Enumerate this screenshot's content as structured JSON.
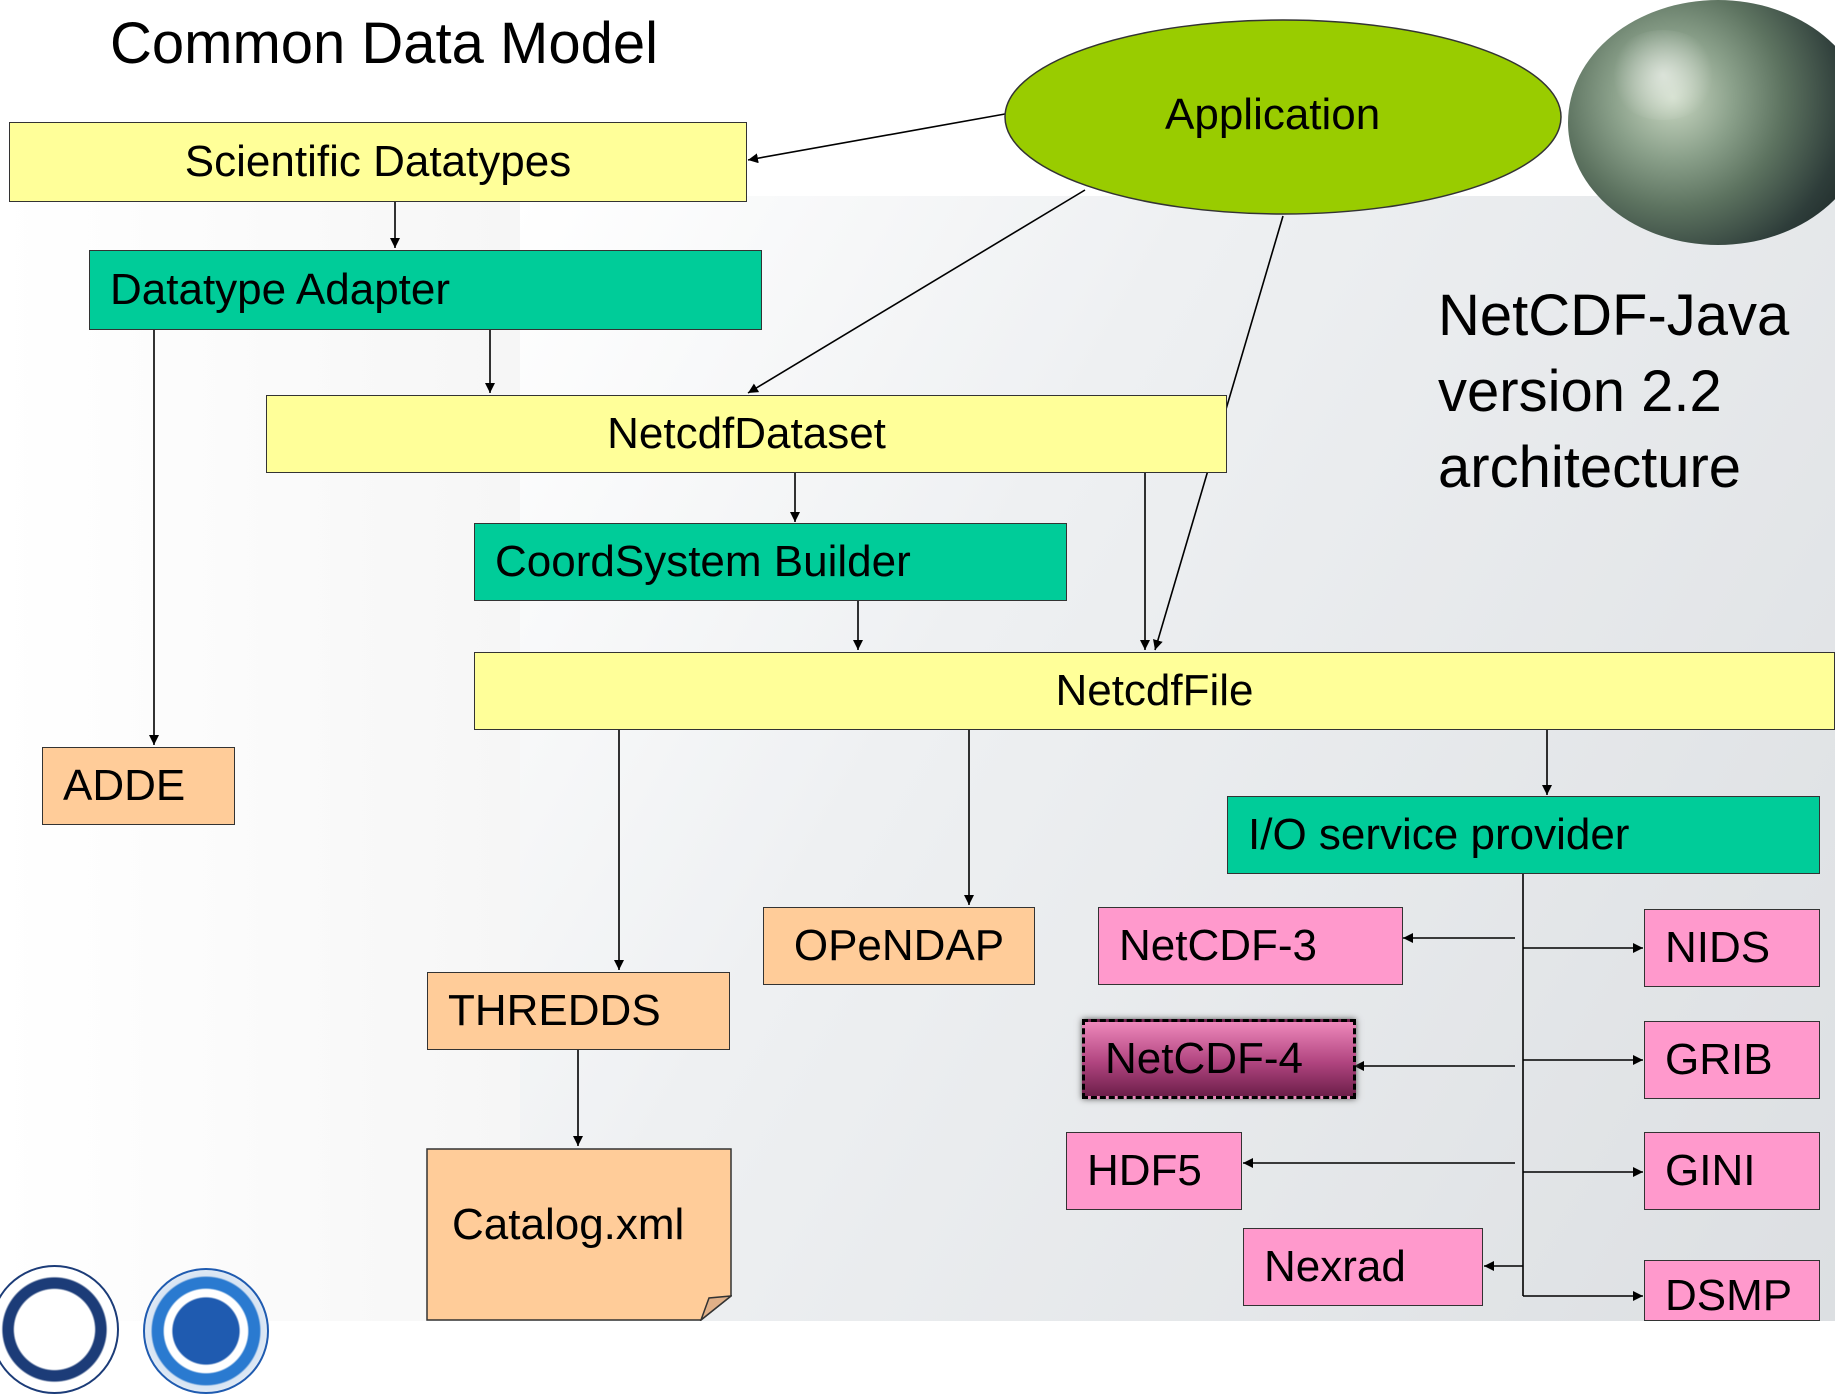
{
  "title": "Common Data Model",
  "side_caption": {
    "line1": "NetCDF-Java",
    "line2": "version 2.2",
    "line3": "architecture"
  },
  "nodes": {
    "application": "Application",
    "scientific_datatypes": "Scientific Datatypes",
    "datatype_adapter": "Datatype Adapter",
    "netcdf_dataset": "NetcdfDataset",
    "coord_system_builder": "CoordSystem Builder",
    "netcdf_file": "NetcdfFile",
    "adde": "ADDE",
    "io_service_provider": "I/O service provider",
    "opendap": "OPeNDAP",
    "thredds": "THREDDS",
    "catalog_xml": "Catalog.xml",
    "netcdf3": "NetCDF-3",
    "netcdf4": "NetCDF-4",
    "hdf5": "HDF5",
    "nexrad": "Nexrad",
    "nids": "NIDS",
    "grib": "GRIB",
    "gini": "GINI",
    "dsmp": "DSMP"
  },
  "colors": {
    "yellow": "#ffff99",
    "teal": "#00cc99",
    "orange": "#ffcc99",
    "pink": "#ff99cc",
    "application_green": "#99cc00"
  },
  "icons": [
    "globe-image",
    "doc-seal-logo",
    "noaa-logo"
  ]
}
